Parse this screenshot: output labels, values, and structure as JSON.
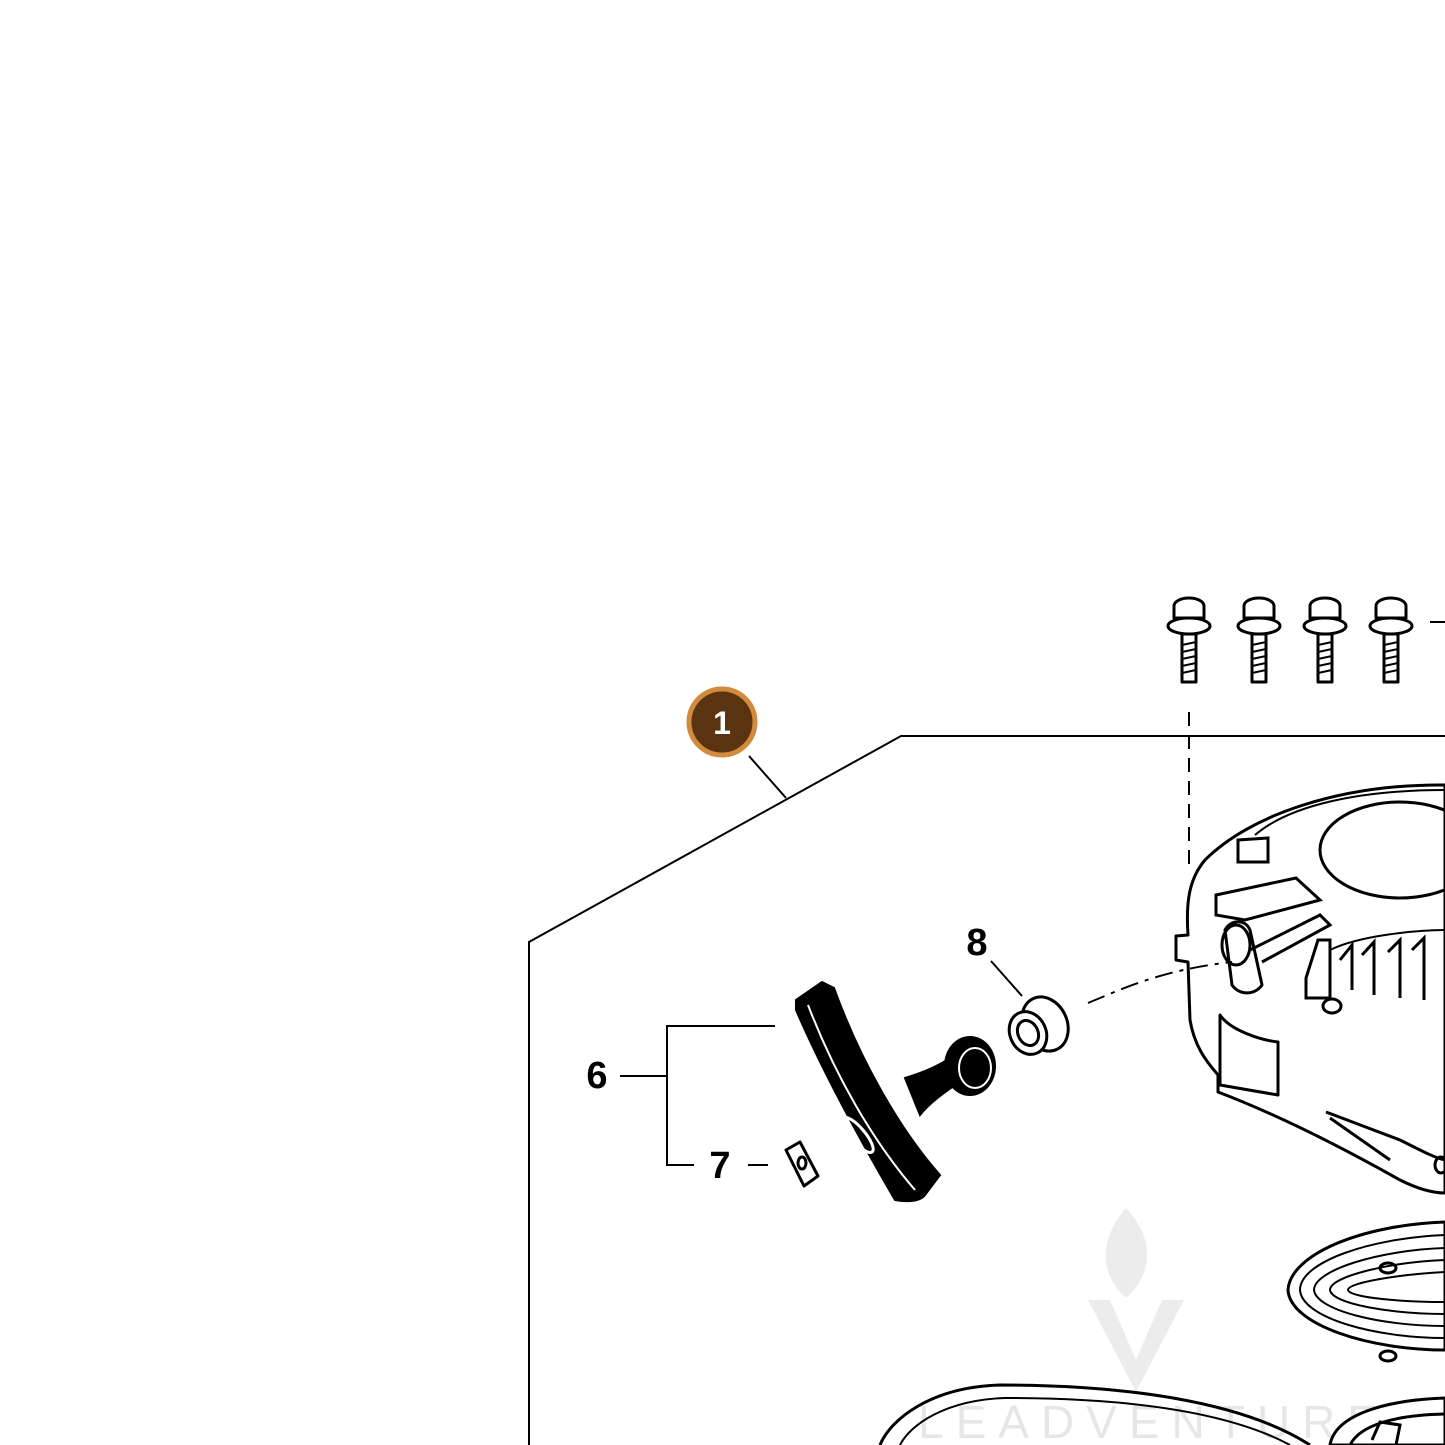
{
  "diagram": {
    "selected_badge": {
      "label": "1",
      "fill": "#5a3410",
      "ring": "#d28a3c",
      "text_color": "#ffffff"
    },
    "callouts": [
      {
        "id": "callout-6",
        "label": "6"
      },
      {
        "id": "callout-7",
        "label": "7"
      },
      {
        "id": "callout-8",
        "label": "8"
      }
    ],
    "watermark": {
      "text": "LEADVENTURE",
      "color": "#e6e6e6"
    },
    "parts": [
      {
        "name": "screw-icon"
      },
      {
        "name": "starter-handle-icon"
      },
      {
        "name": "rope-guide-bushing-icon"
      },
      {
        "name": "handle-insert-icon"
      },
      {
        "name": "starter-housing-icon"
      },
      {
        "name": "recoil-spring-icon"
      },
      {
        "name": "rope-pulley-icon"
      }
    ]
  }
}
